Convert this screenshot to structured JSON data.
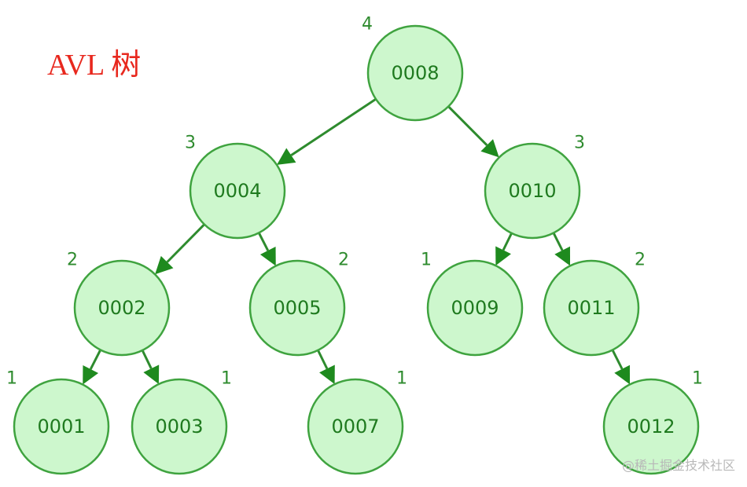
{
  "title": "AVL 树",
  "watermark": "@稀土掘金技术社区",
  "colors": {
    "node_fill": "#cdf7cd",
    "node_stroke": "#3fa33f",
    "edge": "#2e8b2e",
    "arrow": "#1e8a1e",
    "label": "#1f7a1f",
    "title": "#e8281e"
  },
  "nodes": [
    {
      "id": "n8",
      "label": "0008",
      "height": "4",
      "parent": null
    },
    {
      "id": "n4",
      "label": "0004",
      "height": "3",
      "parent": "n8"
    },
    {
      "id": "n10",
      "label": "0010",
      "height": "3",
      "parent": "n8"
    },
    {
      "id": "n2",
      "label": "0002",
      "height": "2",
      "parent": "n4"
    },
    {
      "id": "n5",
      "label": "0005",
      "height": "2",
      "parent": "n4"
    },
    {
      "id": "n9",
      "label": "0009",
      "height": "1",
      "parent": "n10"
    },
    {
      "id": "n11",
      "label": "0011",
      "height": "2",
      "parent": "n10"
    },
    {
      "id": "n1",
      "label": "0001",
      "height": "1",
      "parent": "n2"
    },
    {
      "id": "n3",
      "label": "0003",
      "height": "1",
      "parent": "n2"
    },
    {
      "id": "n7",
      "label": "0007",
      "height": "1",
      "parent": "n5"
    },
    {
      "id": "n12",
      "label": "0012",
      "height": "1",
      "parent": "n11"
    }
  ]
}
